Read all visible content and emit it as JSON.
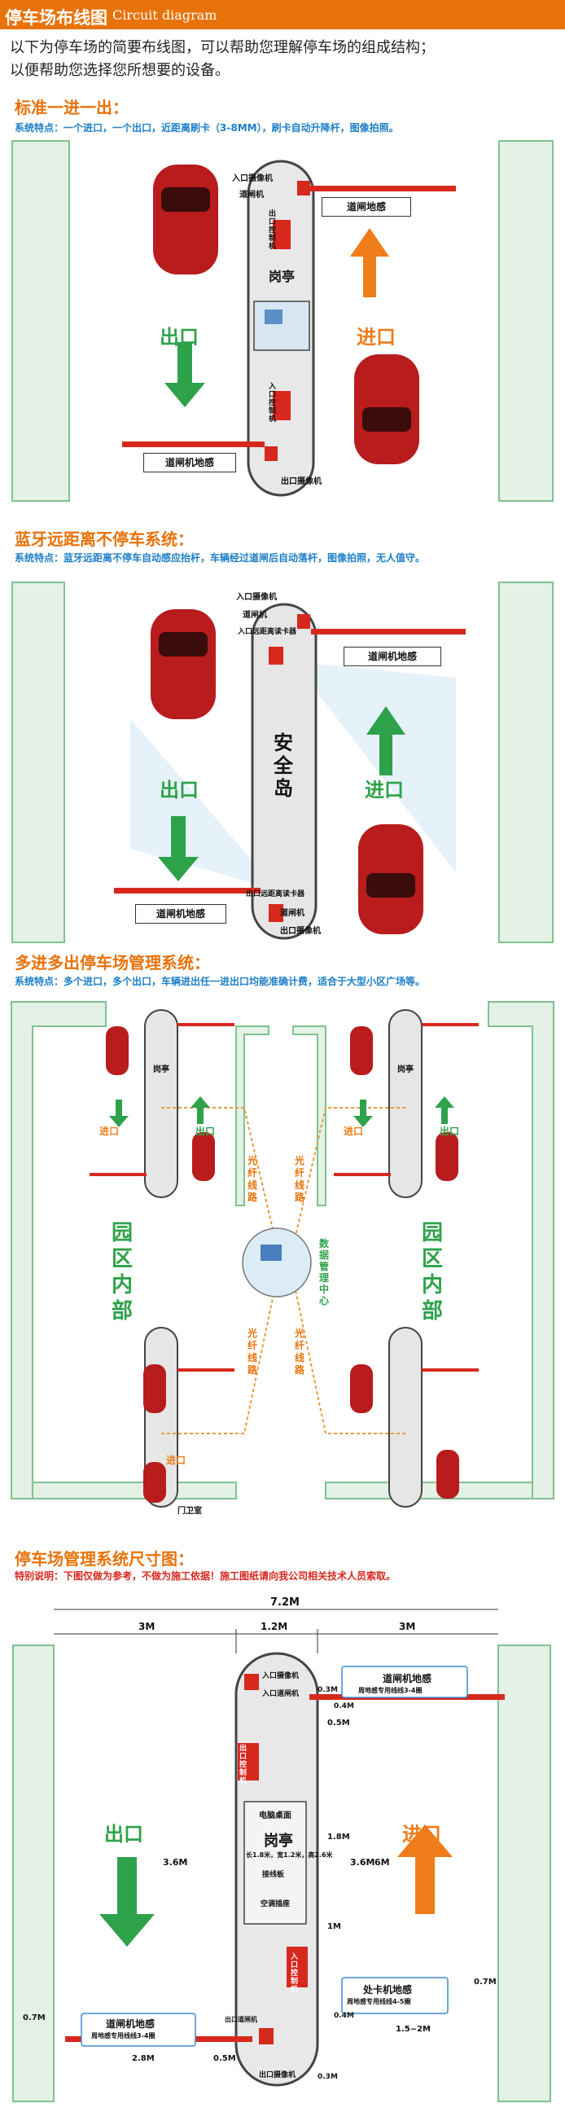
{
  "header": {
    "title_cn": "停车场布线图",
    "title_en": "Circuit diagram"
  },
  "intro": {
    "line1": "以下为停车场的简要布线图，可以帮助您理解停车场的组成结构；",
    "line2": "以便帮助您选择您所想要的设备。"
  },
  "s1": {
    "title": "标准一进一出：",
    "feat_label": "系统特点：",
    "feat_text": "一个进口，一个出口，近距离刷卡（3-8MM），刷卡自动升降杆，图像拍照。",
    "entry_camera": "入口摄像机",
    "gate": "道闸机",
    "exit_ctrl": "出口控制机",
    "booth": "岗亭",
    "entry_ctrl": "入口控制机",
    "exit_camera": "出口摄像机",
    "sensor_top": "道闸地感",
    "sensor_bottom": "道闸机地感",
    "exit": "出口",
    "entry": "进口"
  },
  "s2": {
    "title": "蓝牙远距离不停车系统：",
    "feat_label": "系统特点：",
    "feat_text": "蓝牙远距离不停车自动感应抬杆，车辆经过道闸后自动落杆，图像拍照，无人值守。",
    "entry_camera": "入口摄像机",
    "gate": "道闸机",
    "entry_reader": "入口远距离读卡器",
    "island": "安全岛",
    "exit_reader": "出口远距离读卡器",
    "exit_camera": "出口摄像机",
    "gate2": "道闸机",
    "sensor_top": "道闸机地感",
    "sensor_bottom": "道闸机地感",
    "exit": "出口",
    "entry": "进口"
  },
  "s3": {
    "title": "多进多出停车场管理系统：",
    "feat_label": "系统特点：",
    "feat_text": "多个进口，多个出口，车辆进出任一进出口均能准确计费，适合于大型小区广场等。",
    "park_left": "园区内部",
    "park_right": "园区内部",
    "fiber1": "光纤线路",
    "fiber2": "光纤线路",
    "fiber3": "光纤线路",
    "fiber4": "光纤线路",
    "center": "数据管理中心",
    "booth": "岗亭",
    "doorman": "门卫室",
    "entry": "进口",
    "exit": "出口"
  },
  "s4": {
    "title": "停车场管理系统尺寸图：",
    "note_label": "特别说明：",
    "note_text": "下图仅做为参考，不做为施工依据！施工图纸请向我公司相关技术人员索取。",
    "total": "7.2M",
    "left_w": "3M",
    "mid_w": "1.2M",
    "right_w": "3M",
    "entry_camera": "入口摄像机",
    "entry_gate": "入口道闸机",
    "exit_ctrl": "出口控制机",
    "pc_desk": "电脑桌面",
    "booth": "岗亭",
    "booth_size": "长1.8米，宽1.2米，高2.6米",
    "wiring": "接线板",
    "aircon": "空调插座",
    "entry_ctrl": "入口控制机",
    "exit_gate": "出口道闸机",
    "exit_camera": "出口摄像机",
    "sensor_top": "道闸机地感",
    "sensor_top_sub": "周地感专用线线3-4圈",
    "sensor_bottom": "道闸机地感",
    "sensor_bottom_sub": "周地感专用线线3-4圈",
    "sensor_right": "处卡机地感",
    "sensor_right_sub": "周地感专用线线4-5圈",
    "exit": "出口",
    "entry": "进口",
    "d_36": "3.6M",
    "d_36b": "3.6M",
    "d_6": "6M",
    "d_18": "1.8M",
    "d_1": "1M",
    "d_05": "0.5M",
    "d_07": "0.7M",
    "d_07b": "0.7M",
    "d_28": "2.8M",
    "d_05b": "0.5M",
    "d_15": "1.5~2M",
    "d_03": "0.3M",
    "d_04": "0.4M",
    "d_04b": "0.4M",
    "d_03b": "0.3M"
  }
}
